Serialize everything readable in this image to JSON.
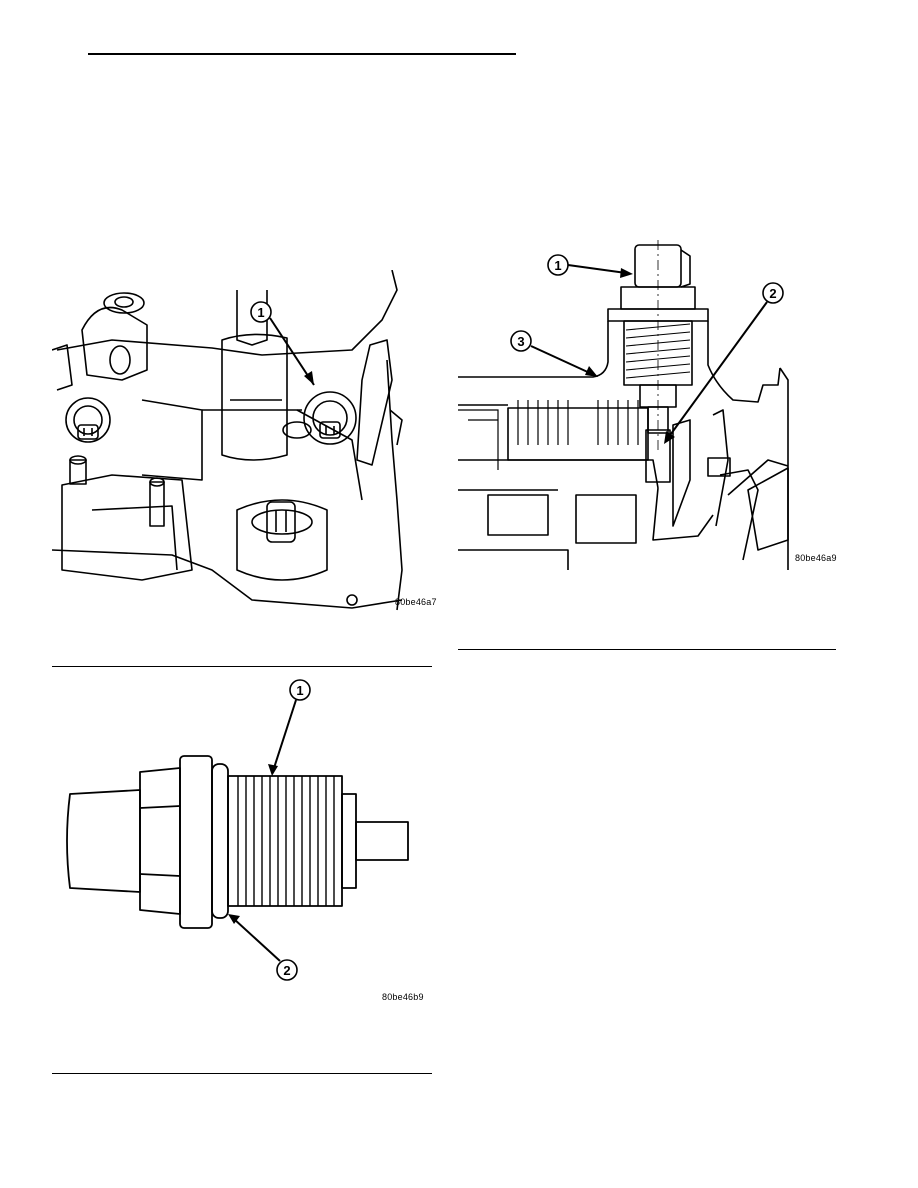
{
  "figures": [
    {
      "id": "fig-sensor-location",
      "code": "80be46a7",
      "callouts": [
        "1"
      ]
    },
    {
      "id": "fig-sensor-section",
      "code": "80be46a9",
      "callouts": [
        "1",
        "2",
        "3"
      ]
    },
    {
      "id": "fig-sensor-part",
      "code": "80be46b9",
      "callouts": [
        "1",
        "2"
      ]
    }
  ]
}
